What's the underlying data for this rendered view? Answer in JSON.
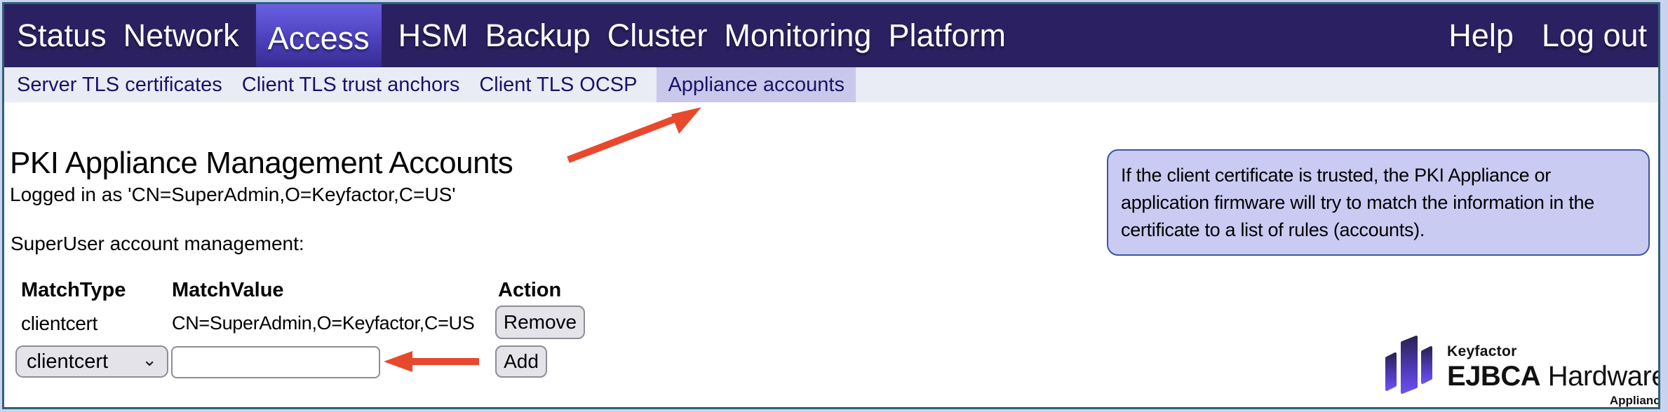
{
  "topnav": {
    "items": [
      "Status",
      "Network",
      "Access",
      "HSM",
      "Backup",
      "Cluster",
      "Monitoring",
      "Platform"
    ],
    "active_item": "Access",
    "help": "Help",
    "logout": "Log out"
  },
  "subnav": {
    "items": [
      "Server TLS certificates",
      "Client TLS trust anchors",
      "Client TLS OCSP",
      "Appliance accounts"
    ],
    "active_item": "Appliance accounts"
  },
  "page": {
    "title": "PKI Appliance Management Accounts",
    "logged_in_text": "Logged in as 'CN=SuperAdmin,O=Keyfactor,C=US'",
    "section_heading": "SuperUser account management:"
  },
  "accounts_table": {
    "headers": {
      "match_type": "MatchType",
      "match_value": "MatchValue",
      "action": "Action"
    },
    "rows": [
      {
        "match_type": "clientcert",
        "match_value": "CN=SuperAdmin,O=Keyfactor,C=US",
        "action_label": "Remove"
      }
    ],
    "add_row": {
      "match_type_selected": "clientcert",
      "match_value_input": "",
      "action_label": "Add"
    }
  },
  "info_box": {
    "lines": [
      "If the client certificate is trusted, the PKI Appliance or",
      "application firmware will try to match the information in the",
      "certificate to a list of rules (accounts)."
    ]
  },
  "logo": {
    "brand": "Keyfactor",
    "product_bold": "EJBCA",
    "product_rest": " Hardware",
    "tagline": "Appliance"
  },
  "colors": {
    "outer_bg": "#c9d3ef",
    "frame_border": "#2e6277",
    "topnav_bg": "#2b2162",
    "active_tab_gradient_top": "#6a5fe2",
    "active_tab_gradient_bottom": "#372c91",
    "subnav_bg": "#e9ebf5",
    "subnav_active_bg": "#c9c8ea",
    "subnav_text": "#1a1168",
    "annotation_arrow": "#e8492c",
    "info_box_bg": "#c9cbf2",
    "info_box_border": "#3c55a8",
    "button_bg": "#e4e3ea"
  }
}
